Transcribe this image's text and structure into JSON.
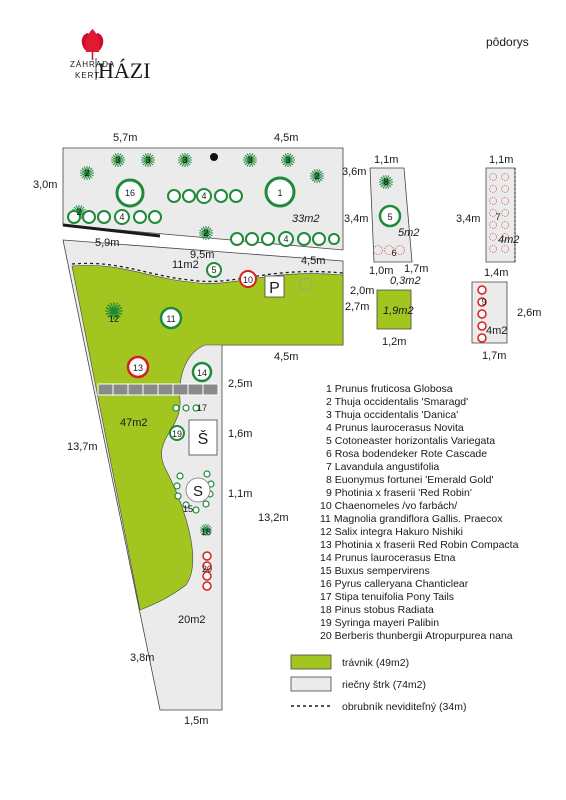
{
  "brand": {
    "line1": "ZÁHRADA",
    "line2": "KERT",
    "name": "HÁZI"
  },
  "page_label": "pôdorys",
  "dims": {
    "top_left": "5,7m",
    "top_right": "4,5m",
    "left_h": "3,0m",
    "mid_left": "5,9m",
    "mid_center": "9,5m",
    "mid_right": "4,5m",
    "right_27": "2,7m",
    "lower_45": "4,5m",
    "h_25": "2,5m",
    "h_16": "1,6m",
    "h_11": "1,1m",
    "h_132": "13,2m",
    "h_137": "13,7m",
    "h_38": "3,8m",
    "bottom_15": "1,5m",
    "b1_top": "1,1m",
    "b1_h36": "3,6m",
    "b1_h34": "3,4m",
    "b1_bot": "1,0m",
    "b1_bot2": "1,7m",
    "b2_top": "1,1m",
    "b2_h34": "3,4m",
    "b2_bot": "1,4m",
    "b3_left": "2,0m",
    "b3_bot": "1,2m",
    "b4_right": "2,6m",
    "b4_bot": "1,7m"
  },
  "areas": {
    "main_top": "33m2",
    "lawn_big": "47m2",
    "gravel_bottom": "20m2",
    "lawn_left_label": "11m2",
    "b1_area": "5m2",
    "b1_small": "0,3m2",
    "b2_area": "4m2",
    "b3_area": "1,9m2",
    "b4_area": "4m2"
  },
  "markers": {
    "p": "P",
    "s_caron": "Š",
    "s": "S"
  },
  "plants": [
    "1  Prunus fruticosa Globosa",
    "2  Thuja occidentalis 'Smaragd'",
    "3  Thuja occidentalis 'Danica'",
    "4  Prunus laurocerasus Novita",
    "5  Cotoneaster horizontalis Variegata",
    "6  Rosa bodendeker Rote Cascade",
    "7  Lavandula angustifolia",
    "8  Euonymus fortunei 'Emerald Gold'",
    "9  Photinia x fraserii 'Red Robin'",
    "10  Chaenomeles /vo farbách/",
    "11  Magnolia grandiflora Gallis. Praecox",
    "12  Salix integra Hakuro Nishiki",
    "13  Photinia x fraserii Red Robin Compacta",
    "14  Prunus laurocerasus Etna",
    "15  Buxus sempervirens",
    "16  Pyrus calleryana Chanticlear",
    "17  Stipa tenuifolia Pony Tails",
    "18  Pinus stobus Radiata",
    "19  Syringa mayeri Palibin",
    "20  Berberis thunbergii Atropurpurea nana"
  ],
  "legend": {
    "lawn": "trávnik (49m2)",
    "gravel": "riečny štrk (74m2)",
    "border": "obrubník neviditeľný (34m)"
  },
  "colors": {
    "lawn": "#a3c520",
    "gravel": "#ebebeb",
    "green_ring": "#1f8a3a",
    "red_ring": "#d42020",
    "tulip": "#c8102e"
  }
}
